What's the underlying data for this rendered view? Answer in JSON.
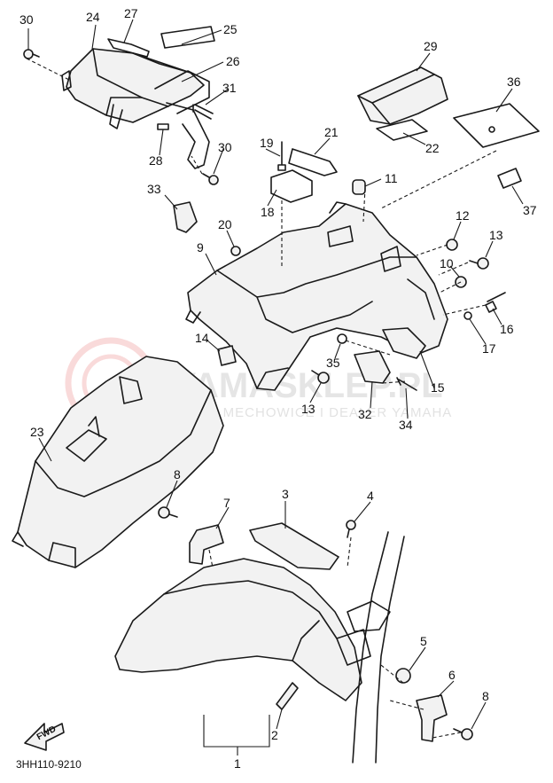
{
  "diagram_code": "3HH110-9210",
  "fwd_label": "FWD",
  "watermark": {
    "brand": "YAMASKLEP.PL",
    "tagline": "WOJ. MECHOWICE I DEALER YAMAHA"
  },
  "callouts": [
    "1",
    "2",
    "3",
    "4",
    "5",
    "6",
    "7",
    "8",
    "8",
    "9",
    "10",
    "11",
    "12",
    "13",
    "13",
    "14",
    "15",
    "16",
    "17",
    "18",
    "19",
    "20",
    "21",
    "22",
    "23",
    "24",
    "25",
    "26",
    "27",
    "28",
    "29",
    "30",
    "30",
    "31",
    "32",
    "33",
    "34",
    "35",
    "36",
    "37"
  ]
}
